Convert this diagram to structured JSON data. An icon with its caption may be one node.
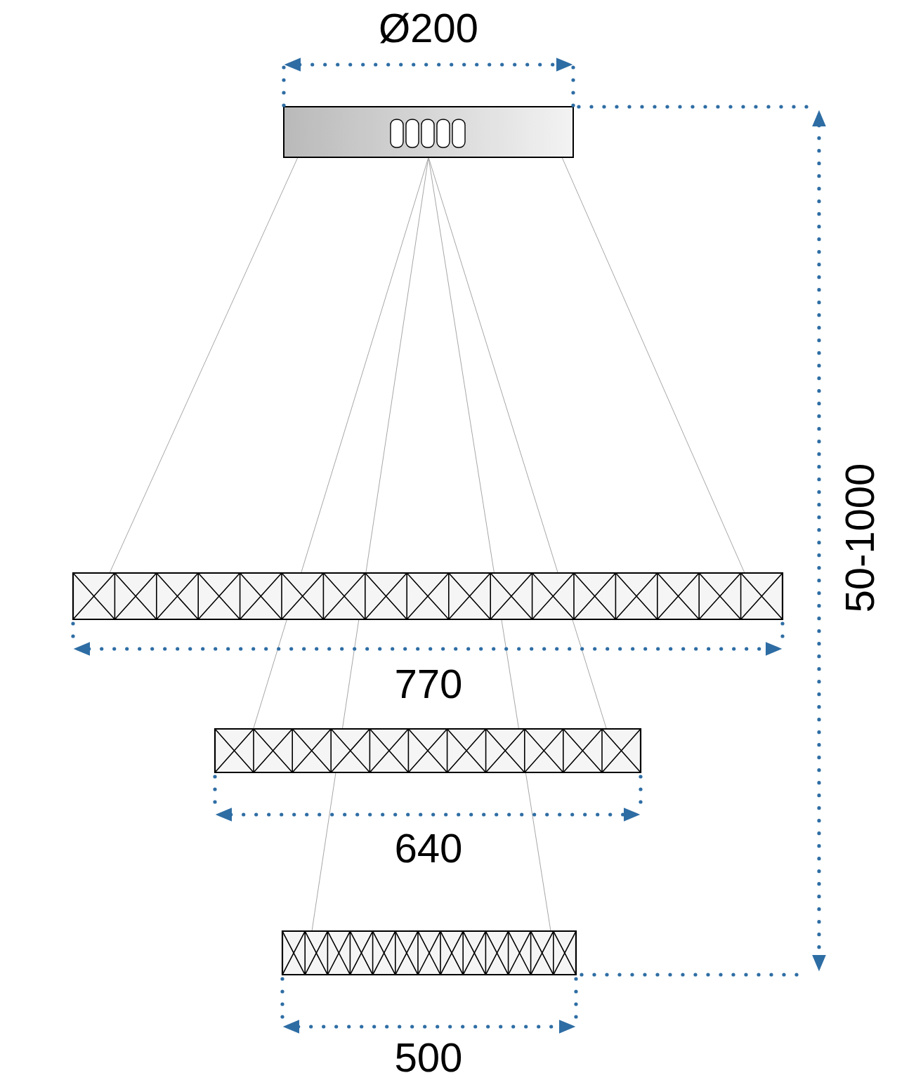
{
  "diagram": {
    "labels": [
      "Ø200",
      "770",
      "640",
      "500",
      "50-1000"
    ]
  }
}
